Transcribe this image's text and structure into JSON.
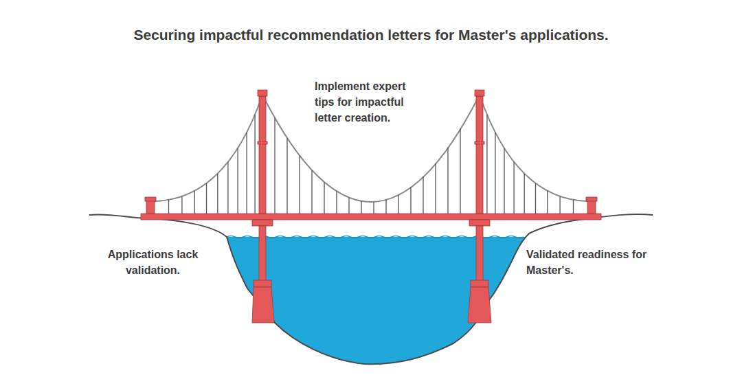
{
  "diagram": {
    "title": "Securing impactful recommendation letters for Master's applications.",
    "labels": [
      "Implement expert tips for impactful letter creation.",
      "Applications lack validation.",
      "Validated readiness for Master's."
    ]
  }
}
